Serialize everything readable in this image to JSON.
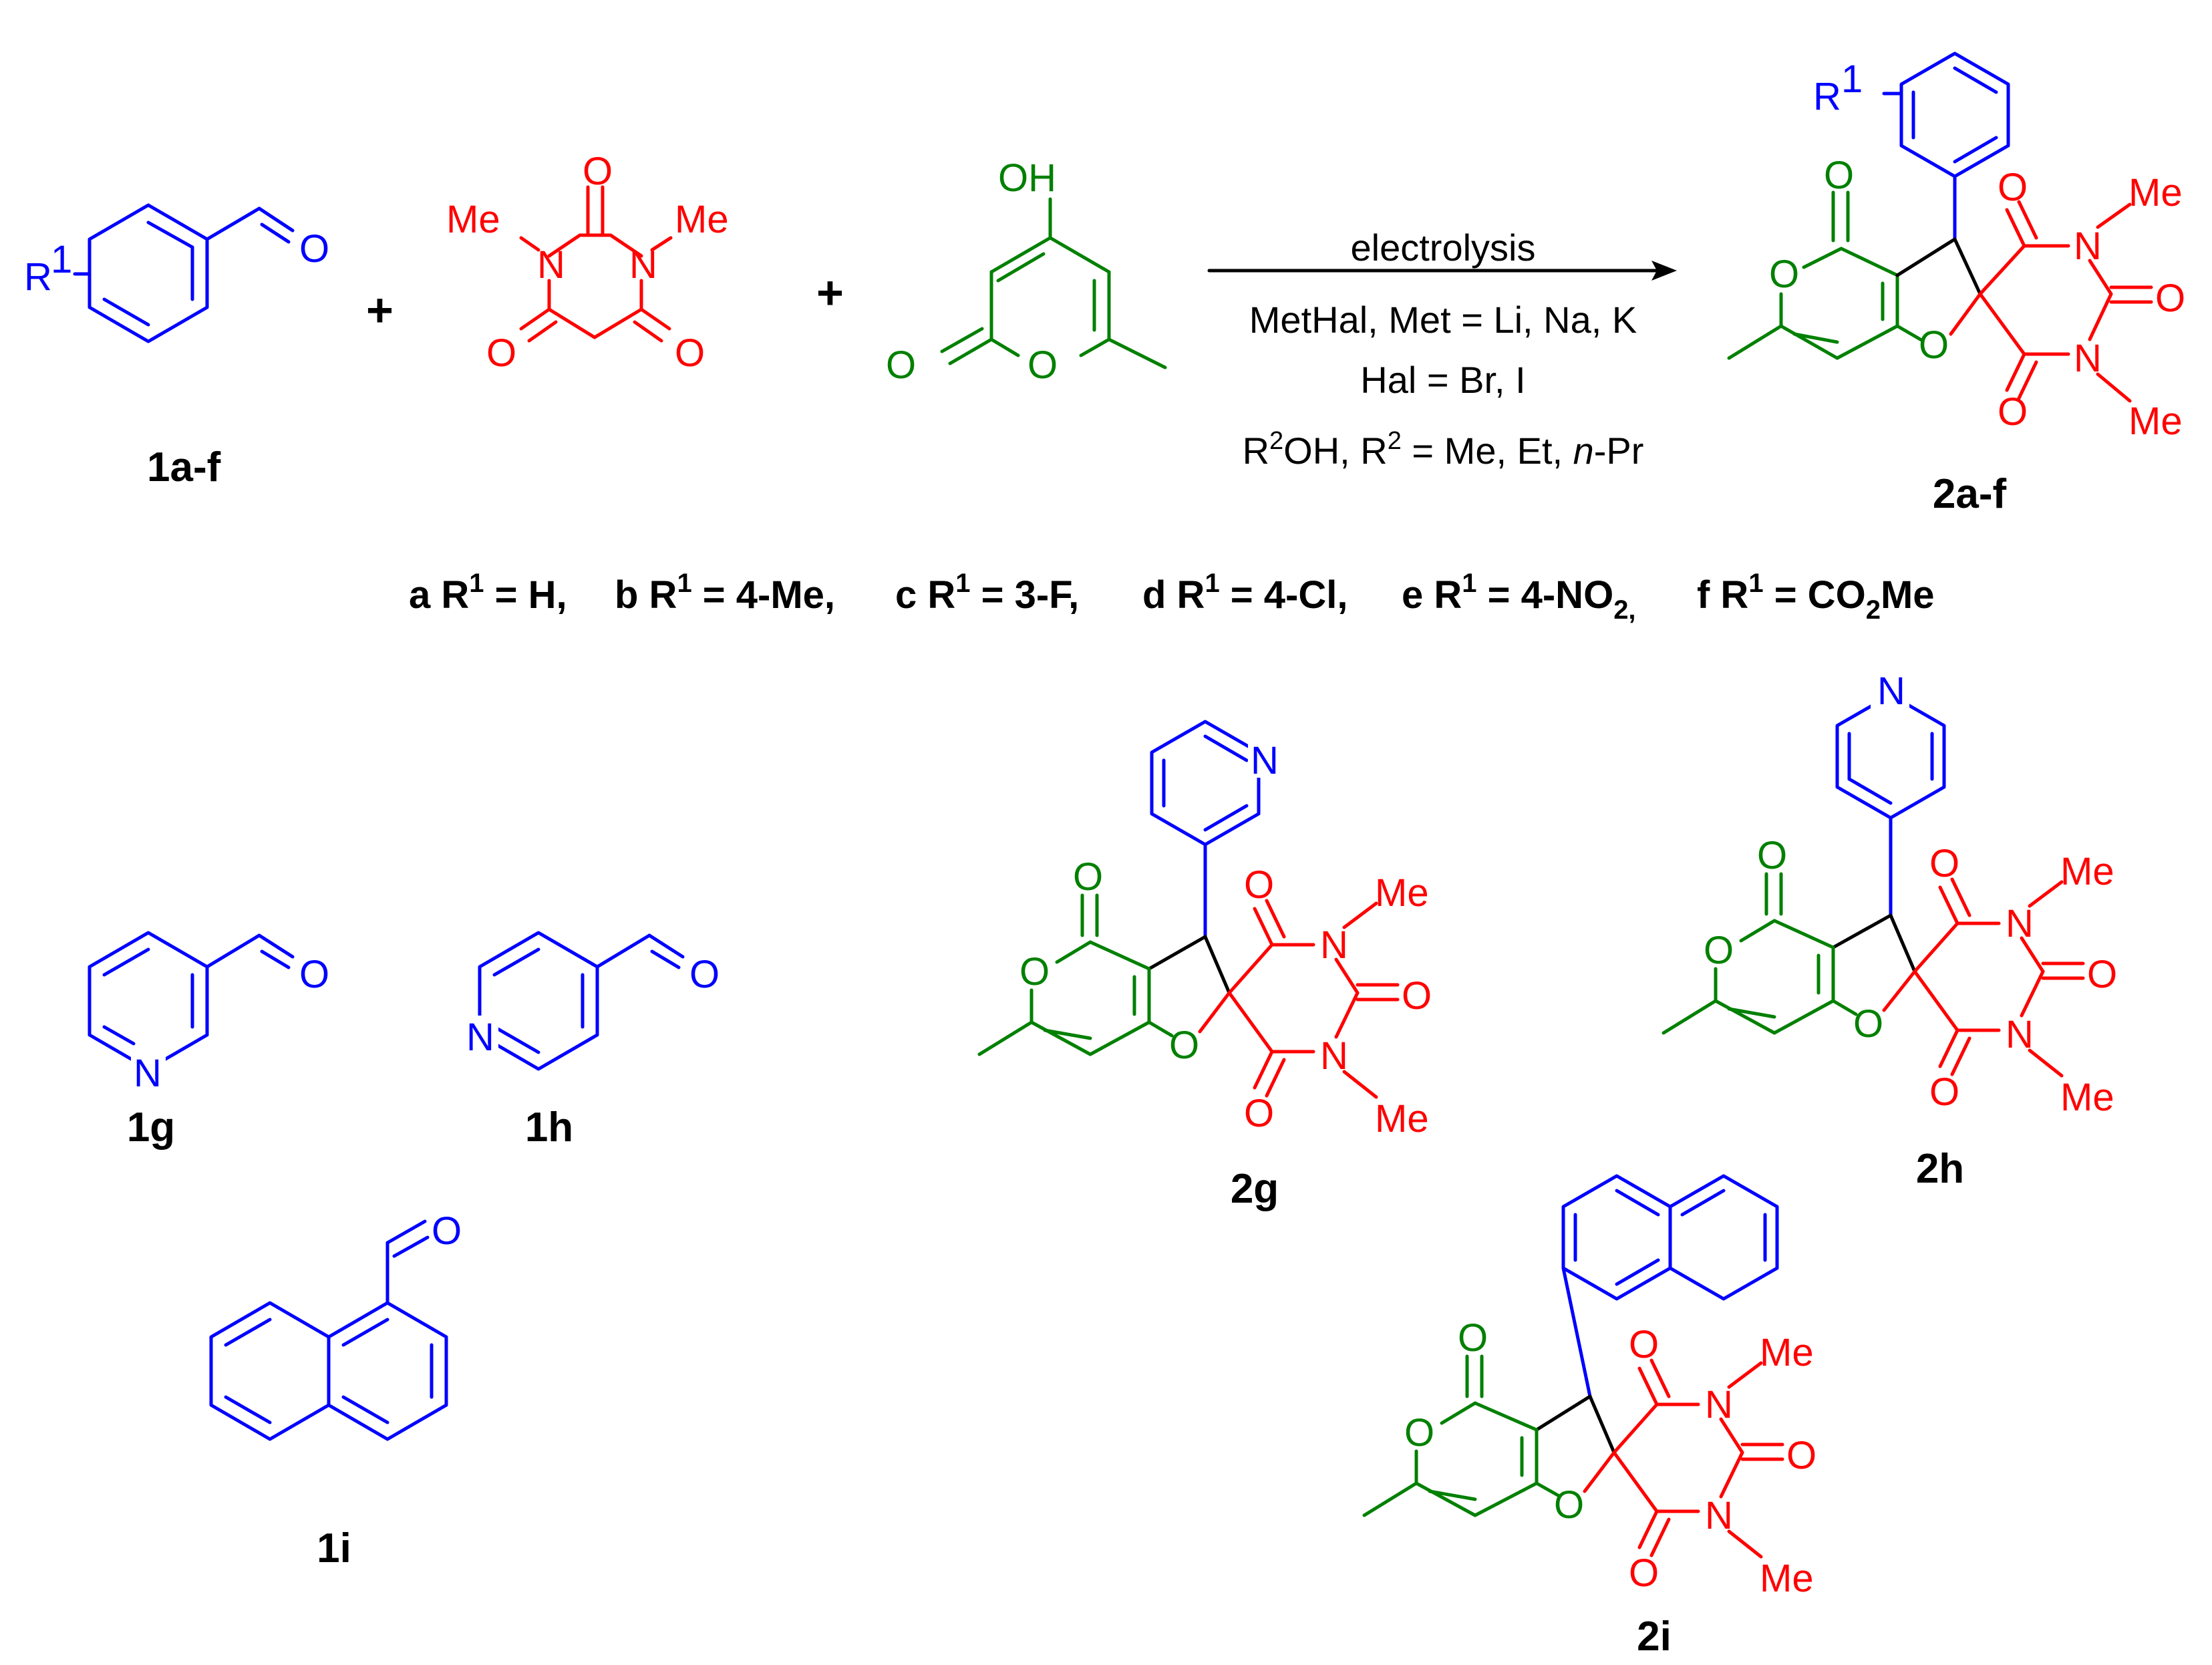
{
  "colors": {
    "aldehyde": "#0000ff",
    "barbiturate": "#ff0000",
    "pyranone": "#008000",
    "new_bonds": "#000000"
  },
  "labels": {
    "cmpd_1af": "1a-f",
    "cmpd_2af": "2a-f",
    "cmpd_1g": "1g",
    "cmpd_1h": "1h",
    "cmpd_1i": "1i",
    "cmpd_2g": "2g",
    "cmpd_2h": "2h",
    "cmpd_2i": "2i",
    "plus": "+"
  },
  "atoms": {
    "O": "O",
    "N": "N",
    "OH": "OH",
    "Me": "Me",
    "R": "R",
    "one": "1"
  },
  "conditions": {
    "line1": "electrolysis",
    "line2": "MetHal, Met = Li, Na, K",
    "line3": "Hal = Br, I",
    "line4_a": "R",
    "line4_sup1": "2",
    "line4_b": "OH, R",
    "line4_sup2": "2",
    "line4_c": " = Me, Et, ",
    "line4_italic": "n",
    "line4_d": "-Pr"
  },
  "substituents": [
    {
      "letter": "a R",
      "sup": "1",
      "value": " = H,"
    },
    {
      "letter": "b R",
      "sup": "1",
      "value": " = 4-Me,"
    },
    {
      "letter": "c R",
      "sup": "1",
      "value": " = 3-F,"
    },
    {
      "letter": "d R",
      "sup": "1",
      "value": " = 4-Cl,"
    },
    {
      "letter": "e R",
      "sup": "1",
      "value": " = 4-NO",
      "sub": "2,"
    },
    {
      "letter": "f R",
      "sup": "1",
      "value": " = CO",
      "sub": "2",
      "tail": "Me"
    }
  ]
}
